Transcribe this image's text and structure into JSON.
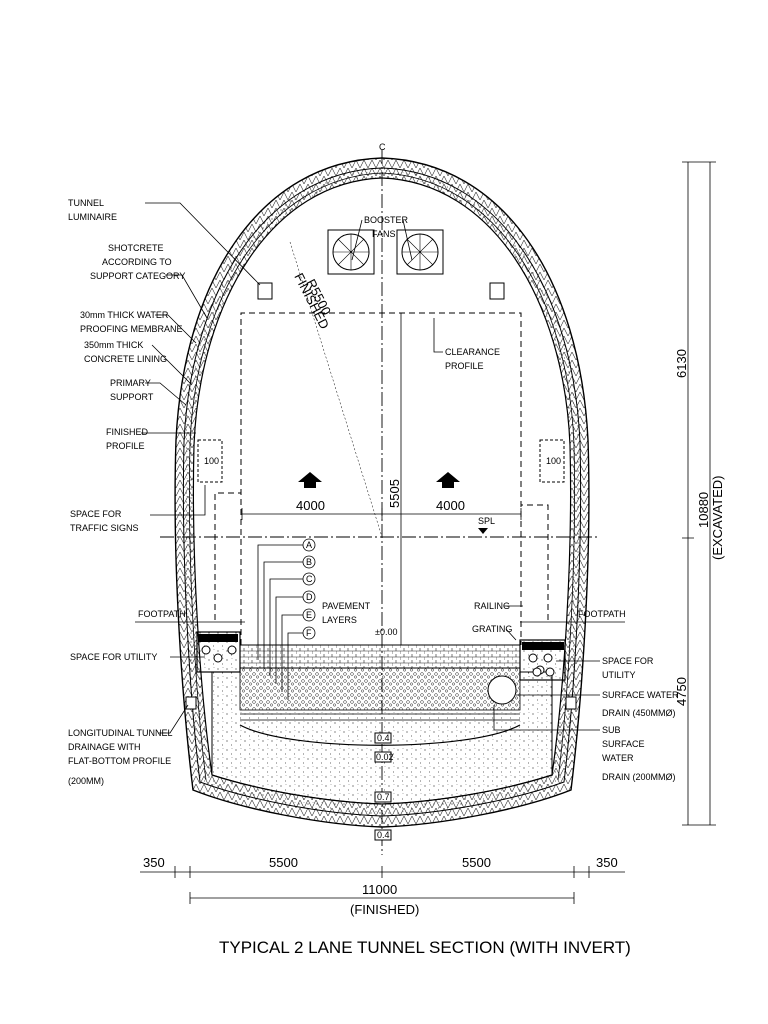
{
  "labels": {
    "tunnel_luminaire": [
      "TUNNEL",
      "LUMINAIRE"
    ],
    "shotcrete": [
      "SHOTCRETE",
      "ACCORDING TO",
      "SUPPORT CATEGORY"
    ],
    "membrane": [
      "30mm THICK WATER",
      "PROOFING MEMBRANE"
    ],
    "lining": [
      "350mm THICK",
      "CONCRETE LINING"
    ],
    "primary_support": [
      "PRIMARY",
      "SUPPORT"
    ],
    "finished_profile": [
      "FINISHED",
      "PROFILE"
    ],
    "traffic_signs": [
      "SPACE FOR",
      "TRAFFIC SIGNS"
    ],
    "footpath_left": "FOOTPATH",
    "utility_left": "SPACE FOR UTILITY",
    "longitudinal_drainage": [
      "LONGITUDINAL TUNNEL",
      "DRAINAGE WITH",
      "FLAT-BOTTOM PROFILE",
      "(200MM)"
    ],
    "booster_fans": [
      "BOOSTER",
      "FANS"
    ],
    "radius": [
      "R5500",
      "FINISHED"
    ],
    "clearance_profile": [
      "CLEARANCE",
      "PROFILE"
    ],
    "pavement_layers": [
      "PAVEMENT",
      "LAYERS"
    ],
    "layer_letters": [
      "A",
      "B",
      "C",
      "D",
      "E",
      "F"
    ],
    "zero_level": "±0.00",
    "spl": "SPL",
    "railing": "RAILING",
    "grating": "GRATING",
    "footpath_right": "FOOTPATH",
    "utility_right": [
      "SPACE FOR",
      "UTILITY"
    ],
    "surface_water": [
      "SURFACE WATER",
      "DRAIN (450MMØ)"
    ],
    "sub_surface": [
      "SUB",
      "SURFACE",
      "WATER",
      "DRAIN (200MMØ)"
    ],
    "centerline": "C",
    "sign_value": "100",
    "level_marks": [
      "0.4",
      "0.02",
      "0.7",
      "0.4"
    ]
  },
  "dimensions": {
    "lane_left": "4000",
    "lane_right": "4000",
    "clearance_height": "5505",
    "upper_height": "6130",
    "total_height": "10880",
    "total_height_note": "(EXCAVATED)",
    "lower_height": "4750",
    "side_left": "350",
    "half_left": "5500",
    "half_right": "5500",
    "side_right": "350",
    "total_width": "11000",
    "total_width_note": "(FINISHED)"
  },
  "title": "TYPICAL 2 LANE TUNNEL  SECTION (WITH INVERT)"
}
